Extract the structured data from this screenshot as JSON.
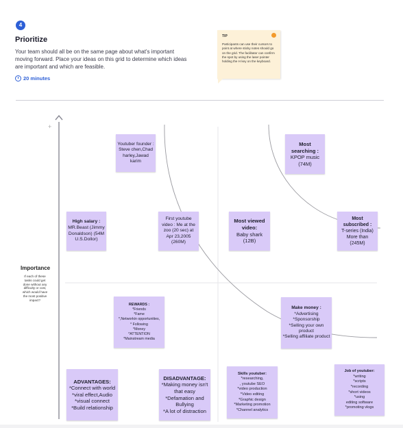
{
  "step": {
    "number": "4"
  },
  "header": {
    "title": "Prioritize",
    "description": "Your team should all be on the same page about what's important moving forward. Place your ideas on this grid to determine which ideas are important and which are feasible.",
    "timer": "20 minutes"
  },
  "tip": {
    "label": "TIP",
    "text": "Participants can use their cursors to point at where sticky notes should go on the grid. The facilitator can confirm the spot by using the laser pointer holding the H key on the keyboard."
  },
  "axis": {
    "label": "Importance",
    "description": "If each of these tasks could get done without any difficulty or cost, which would have the most positive impact?",
    "plus": "+"
  },
  "notes": [
    {
      "id": "youtuber-founder",
      "heading": "",
      "body": "Youtuber founder : Steve chen,Chad harley,Jawad karim"
    },
    {
      "id": "most-searching",
      "heading": "Most searching :",
      "body": "KPOP music (74M)"
    },
    {
      "id": "high-salary",
      "heading": "High salary :",
      "body": "MR.Beast (Jimmy Donaldson) (54M U.S.Dollor)"
    },
    {
      "id": "first-youtube-video",
      "heading": "",
      "body": "First youtube video : Me at the zoo (20 sec) at Apr 23,2005 (260M)"
    },
    {
      "id": "most-viewed-video",
      "heading": "Most viewed video:",
      "body": "Baby shark (12B)"
    },
    {
      "id": "most-subscribed",
      "heading": "Most subscribed :",
      "body": "T-series (India) More than (245M)"
    },
    {
      "id": "rewards",
      "heading": "REWARDS :",
      "body": "*Friends\n*Fame\n*,Networkin opportunities,\n* Following\n*Money\n*ATTENTION\n*Mainstream media"
    },
    {
      "id": "make-money",
      "heading": "Make money :",
      "body": "*Advertising\n*Sponsorship\n*Selling your own product\n*Selling affiliate product"
    },
    {
      "id": "advantages",
      "heading": "ADVANTAGES:",
      "body": "*Connect with world\n*viral effect,Audio\n*visual connect\n*Build relationship"
    },
    {
      "id": "disadvantage",
      "heading": "DISADVANTAGE:",
      "body": "*Making money isn't that easy\n*Defamation and Bullying\n*A lot of distraction"
    },
    {
      "id": "skills-youtuber",
      "heading": "Skills youtuber:",
      "body": "*researching,\n, youtube SEO\n*video production\n*Video editing\n*Graphic design\n*Marketing promotion\n*Channel analytics"
    },
    {
      "id": "job-of-youtuber",
      "heading": "Job of youtuber:",
      "body": "*writing\n*scripts\n*recording\n*short videos\n*using\nediting software\n*promoting vlogs"
    }
  ]
}
